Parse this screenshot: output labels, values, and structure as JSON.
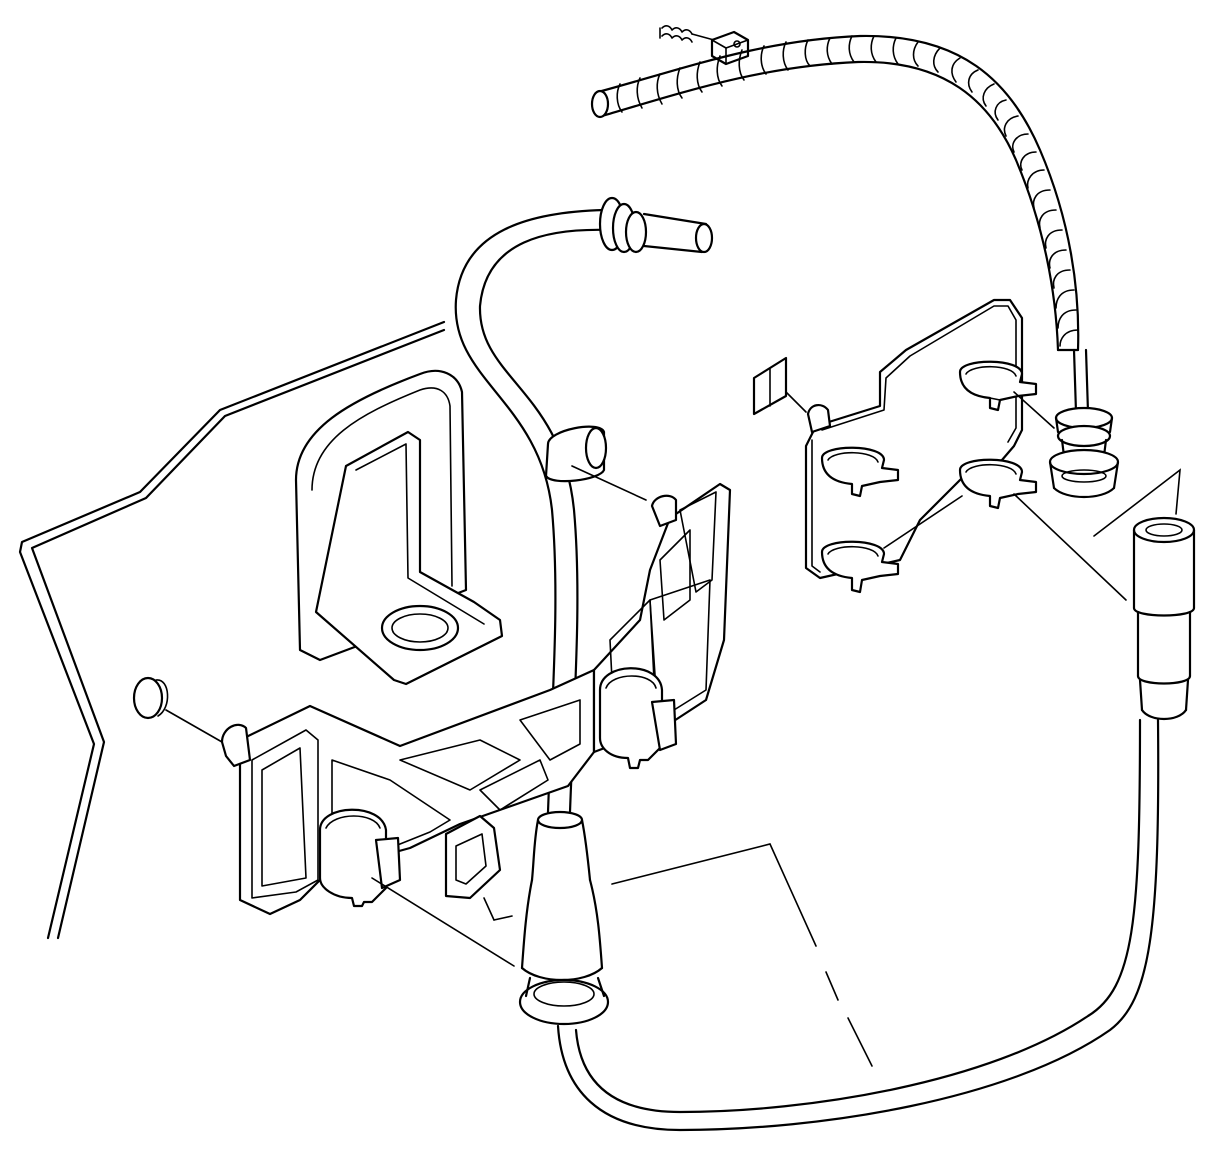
{
  "diagram": {
    "kind": "exploded-view line drawing",
    "line_color": "#000000",
    "background_color": "#ffffff",
    "parts": [
      {
        "id": "panel",
        "icon": "body-panel-outline"
      },
      {
        "id": "mounting-bracket",
        "icon": "bracket"
      },
      {
        "id": "clip-bracket",
        "icon": "clip-plate"
      },
      {
        "id": "spiral-wrapped-cable",
        "icon": "spiral-cable"
      },
      {
        "id": "cable-grommet",
        "icon": "grommet"
      },
      {
        "id": "end-fitting",
        "icon": "cylinder-fitting"
      },
      {
        "id": "main-cable",
        "icon": "cable"
      },
      {
        "id": "retaining-clips",
        "icon": "c-clip"
      },
      {
        "id": "push-pins",
        "icon": "push-pin"
      },
      {
        "id": "set-screw",
        "icon": "screw"
      }
    ]
  }
}
